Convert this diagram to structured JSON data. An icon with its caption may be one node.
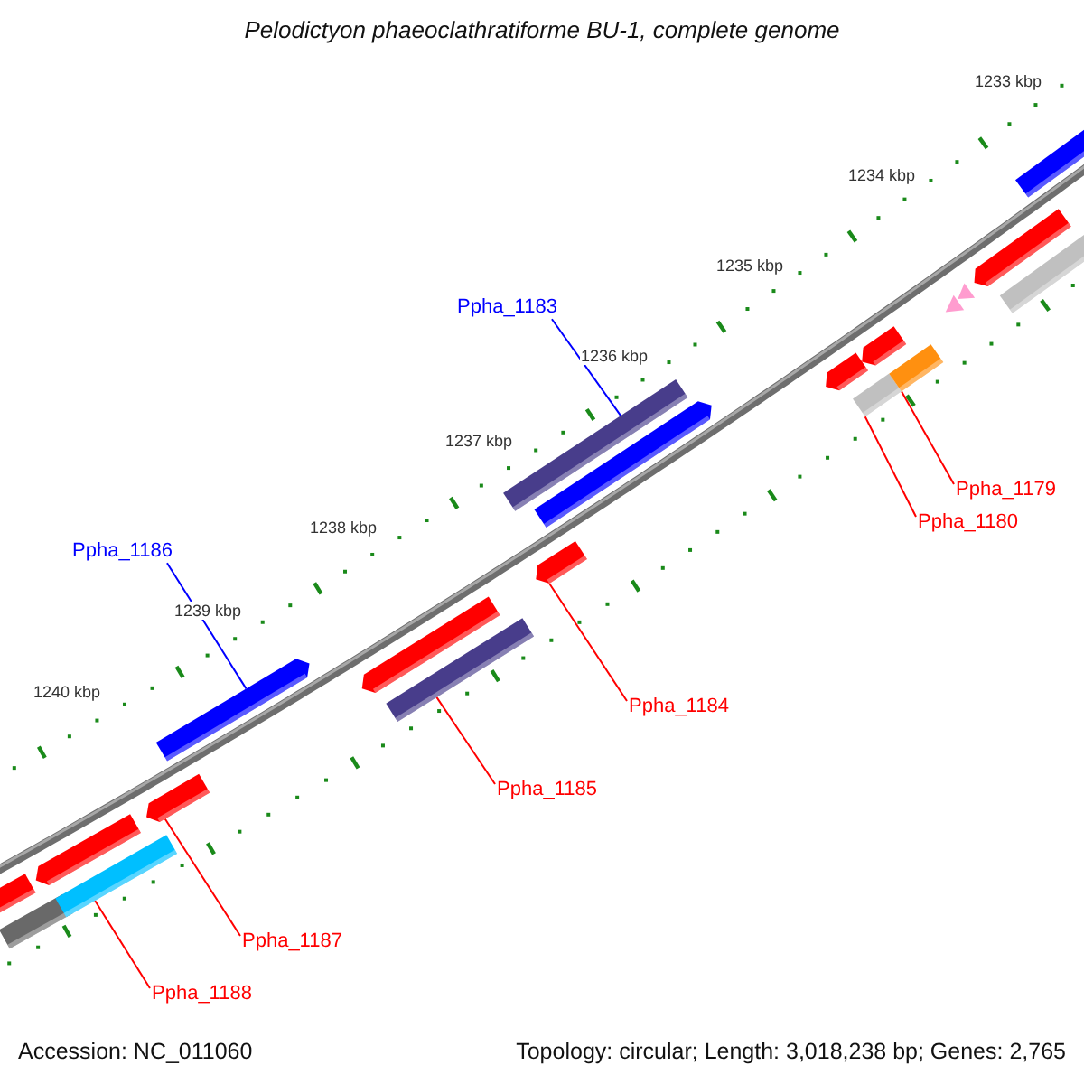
{
  "diagram": {
    "title": "Pelodictyon phaeoclathratiforme BU-1, complete genome",
    "nodes": [
      {
        "text": [
          "Ppha_1183"
        ]
      },
      {
        "text": [
          "Ppha_1179"
        ]
      },
      {
        "text": [
          "Ppha_1180"
        ]
      },
      {
        "text": [
          "Ppha_1186"
        ]
      },
      {
        "text": [
          "Ppha_1184"
        ]
      },
      {
        "text": [
          "Ppha_1185"
        ]
      },
      {
        "text": [
          "Ppha_1187"
        ]
      },
      {
        "text": [
          "Ppha_1188"
        ]
      },
      {
        "text": [],
        "shape": "bar"
      },
      {
        "text": [],
        "shape": "bar"
      },
      {
        "text": [],
        "shape": "bar"
      },
      {
        "text": [],
        "shape": "bar"
      },
      {
        "text": [],
        "shape": "bar"
      },
      {
        "text": [],
        "shape": "bar"
      },
      {
        "text": [],
        "shape": "bar"
      },
      {
        "text": [],
        "shape": "bar"
      },
      {
        "text": [],
        "shape": "bar"
      },
      {
        "text": [],
        "shape": "bar"
      },
      {
        "text": [],
        "shape": "bar"
      },
      {
        "text": [],
        "shape": "bar"
      },
      {
        "text": [],
        "shape": "bar"
      },
      {
        "text": [],
        "shape": "bar"
      },
      {
        "text": [],
        "shape": "bar"
      },
      {
        "text": [],
        "shape": "triangle"
      },
      {
        "text": [],
        "shape": "triangle"
      },
      {
        "text": [],
        "shape": "bar"
      },
      {
        "text": [],
        "shape": "bar"
      },
      {
        "text": [],
        "shape": "bar"
      }
    ],
    "edges": [
      {
        "from": 0,
        "to": 16,
        "arrow": "none",
        "color": "#0000ff"
      },
      {
        "from": 1,
        "to": 22,
        "arrow": "none"
      },
      {
        "from": 2,
        "to": 20,
        "arrow": "none"
      },
      {
        "from": 3,
        "to": 13,
        "arrow": "none",
        "color": "#0000ff"
      },
      {
        "from": 4,
        "to": 17,
        "arrow": "none"
      },
      {
        "from": 5,
        "to": 15,
        "arrow": "none"
      },
      {
        "from": 6,
        "to": 12,
        "arrow": "none"
      },
      {
        "from": 7,
        "to": 11,
        "arrow": "none"
      }
    ],
    "labels": [
      "1233 kbp",
      "1234 kbp",
      "1235 kbp",
      "1236 kbp",
      "1237 kbp",
      "1238 kbp",
      "1239 kbp",
      "1240 kbp",
      "Accession: NC_011060",
      "Topology: circular; Length: 3,018,238 bp; Genes: 2,765"
    ]
  }
}
